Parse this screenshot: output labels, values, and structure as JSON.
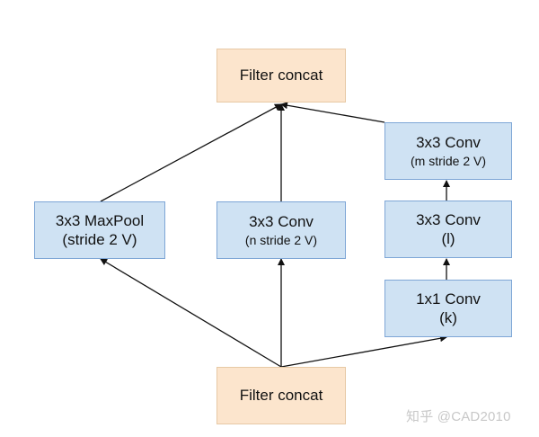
{
  "nodes": {
    "filter_concat_top": {
      "label": "Filter concat"
    },
    "maxpool": {
      "line1": "3x3 MaxPool",
      "line2": "(stride 2 V)"
    },
    "conv_n": {
      "line1": "3x3 Conv",
      "line2": "(n stride 2 V)"
    },
    "conv_m": {
      "line1": "3x3 Conv",
      "line2": "(m stride 2 V)"
    },
    "conv_l": {
      "line1": "3x3 Conv",
      "line2": "(l)"
    },
    "conv_k": {
      "line1": "1x1 Conv",
      "line2": "(k)"
    },
    "filter_concat_bottom": {
      "label": "Filter concat"
    }
  },
  "watermark": "知乎 @CAD2010",
  "colors": {
    "box_blue_fill": "#cfe2f3",
    "box_blue_border": "#7ea6d6",
    "box_peach_fill": "#fce5cd",
    "edge": "#111111"
  }
}
